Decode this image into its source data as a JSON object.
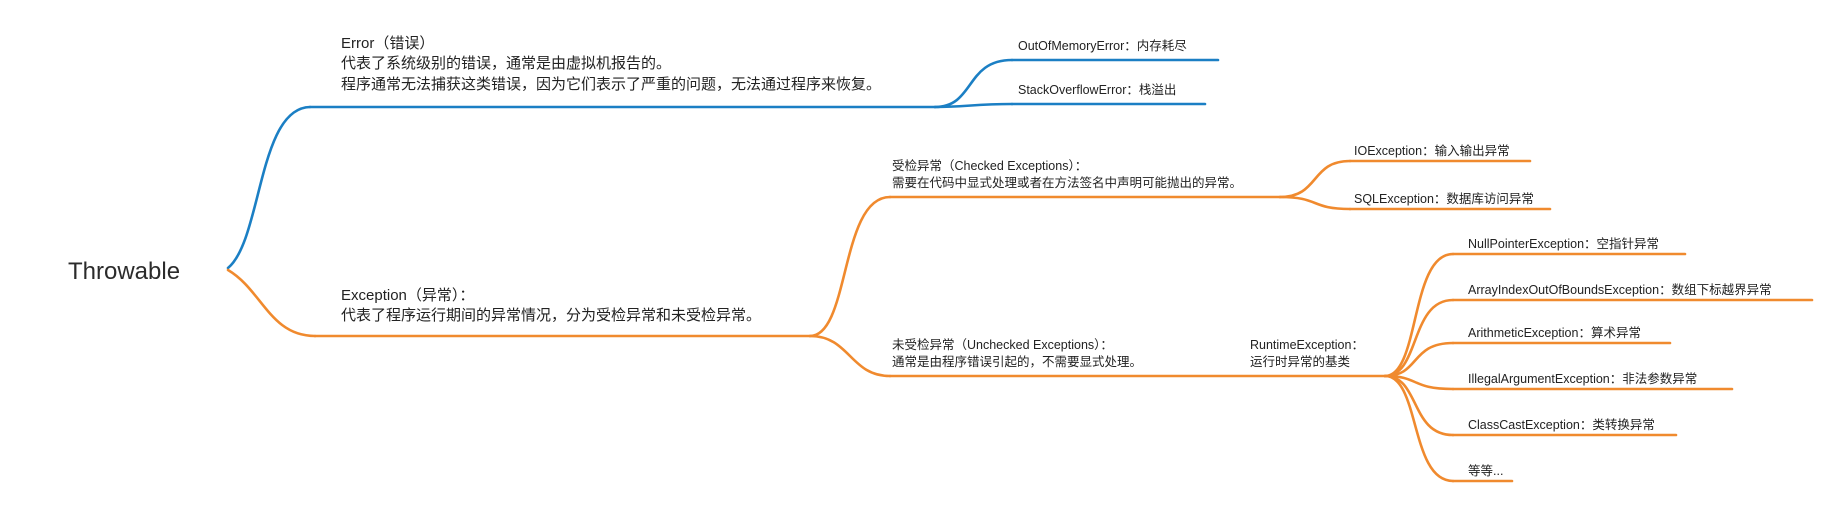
{
  "colors": {
    "error_branch": "#1b7fc4",
    "exception_branch": "#f08a2e",
    "text": "#222222"
  },
  "root": {
    "label": "Throwable"
  },
  "error": {
    "title": "Error（错误）",
    "line1": "代表了系统级别的错误，通常是由虚拟机报告的。",
    "line2": "程序通常无法捕获这类错误，因为它们表示了严重的问题，无法通过程序来恢复。",
    "children": [
      "OutOfMemoryError：内存耗尽",
      "StackOverflowError：栈溢出"
    ]
  },
  "exception": {
    "title": "Exception（异常）：",
    "line1": "代表了程序运行期间的异常情况，分为受检异常和未受检异常。",
    "checked": {
      "title": "受检异常（Checked Exceptions）：",
      "line1": "需要在代码中显式处理或者在方法签名中声明可能抛出的异常。",
      "children": [
        "IOException：输入输出异常",
        "SQLException：数据库访问异常"
      ]
    },
    "unchecked": {
      "title": "未受检异常（Unchecked Exceptions）：",
      "line1": "通常是由程序错误引起的，不需要显式处理。",
      "runtime": {
        "title": "RuntimeException：",
        "line1": "运行时异常的基类",
        "children": [
          "NullPointerException：空指针异常",
          "ArrayIndexOutOfBoundsException：数组下标越界异常",
          "ArithmeticException：算术异常",
          "IllegalArgumentException：非法参数异常",
          "ClassCastException：类转换异常",
          "等等..."
        ]
      }
    }
  }
}
